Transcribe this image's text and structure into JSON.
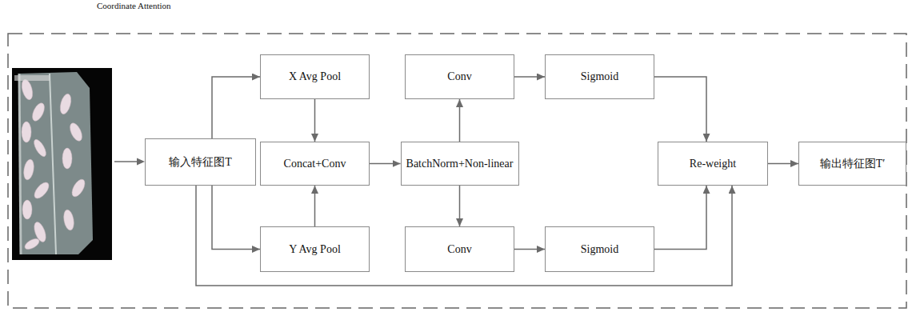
{
  "diagram": {
    "title": "Coordinate Attention",
    "nodes": [
      {
        "text": [
          "输入特征图T"
        ]
      },
      {
        "text": [
          "X Avg Pool"
        ]
      },
      {
        "text": [
          "Concat+Conv"
        ]
      },
      {
        "text": [
          "Y Avg Pool"
        ]
      },
      {
        "text": [
          "BatchNorm+Non-linear"
        ]
      },
      {
        "text": [
          "Conv"
        ]
      },
      {
        "text": [
          "Sigmoid"
        ]
      },
      {
        "text": [
          "Conv"
        ]
      },
      {
        "text": [
          "Sigmoid"
        ]
      },
      {
        "text": [
          "Re-weight"
        ]
      },
      {
        "text": [
          "输出特征图T′"
        ]
      }
    ],
    "edges": [
      {
        "from": 0,
        "to": 1,
        "arrow": "to"
      },
      {
        "from": 0,
        "to": 3,
        "arrow": "to"
      },
      {
        "from": 1,
        "to": 2,
        "arrow": "to"
      },
      {
        "from": 3,
        "to": 2,
        "arrow": "to"
      },
      {
        "from": 2,
        "to": 4,
        "arrow": "to"
      },
      {
        "from": 4,
        "to": 5,
        "arrow": "to"
      },
      {
        "from": 4,
        "to": 7,
        "arrow": "to"
      },
      {
        "from": 5,
        "to": 6,
        "arrow": "to"
      },
      {
        "from": 7,
        "to": 8,
        "arrow": "to"
      },
      {
        "from": 6,
        "to": 9,
        "arrow": "to"
      },
      {
        "from": 8,
        "to": 9,
        "arrow": "to"
      },
      {
        "from": 0,
        "to": 9,
        "arrow": "to"
      },
      {
        "from": 9,
        "to": 10,
        "arrow": "to"
      }
    ]
  }
}
